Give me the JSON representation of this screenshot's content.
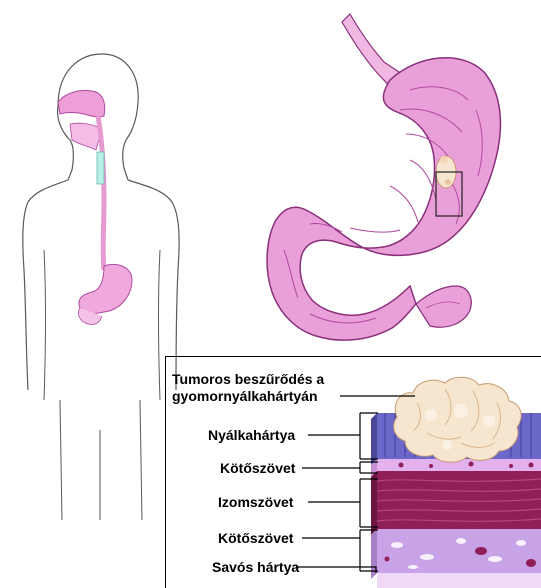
{
  "labels": {
    "tumor_line1": "Tumoros beszűrődés a",
    "tumor_line2": "gyomornyálkahártyán",
    "mucosa": "Nyálkahártya",
    "connective_1": "Kötőszövet",
    "muscle": "Izomszövet",
    "connective_2": "Kötőszövet",
    "serosa": "Savós hártya"
  },
  "colors": {
    "stomach_fill": "#e9a0d8",
    "stomach_dark": "#b04aa0",
    "esophagus_fill": "#f2b6e2",
    "body_outline": "#5a5a5a",
    "mucosa_layer": "#6b68c9",
    "connective_layer": "#e3b2ee",
    "muscle_layer": "#8e1f57",
    "serosa_layer": "#c9a3e8",
    "tumor_fill": "#f7e6cf"
  },
  "icons": {
    "figure": "human-body-outline",
    "organ": "stomach-illustration",
    "detail": "tissue-cross-section"
  }
}
